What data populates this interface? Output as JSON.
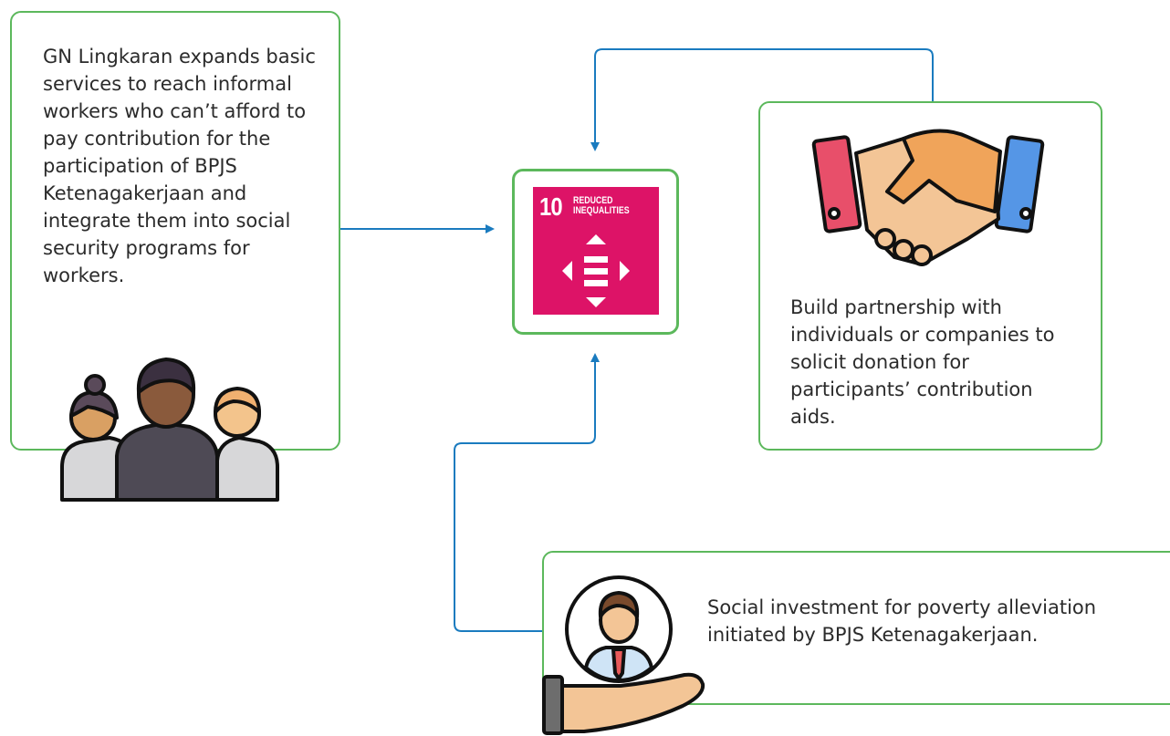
{
  "left_box": {
    "text": "GN Lingkaran expands basic services to reach informal workers who can’t afford to pay contribution for the participation of BPJS Ketenagakerjaan and integrate them into social security programs for workers."
  },
  "center_box": {
    "sdg_number": "10",
    "sdg_title_line1": "REDUCED",
    "sdg_title_line2": "INEQUALITIES",
    "sdg_color": "#dd1367"
  },
  "right_box": {
    "text": "Build partnership with individuals or companies to solicit donation for participants’ contribution aids."
  },
  "bottom_box": {
    "text": "Social investment for poverty alleviation initiated by BPJS Ketenagakerjaan."
  },
  "colors": {
    "border": "#5cb85c",
    "arrow": "#1a7bbf"
  },
  "icons": [
    "people-group-icon",
    "handshake-icon",
    "reduced-inequalities-icon",
    "person-in-hand-icon"
  ]
}
